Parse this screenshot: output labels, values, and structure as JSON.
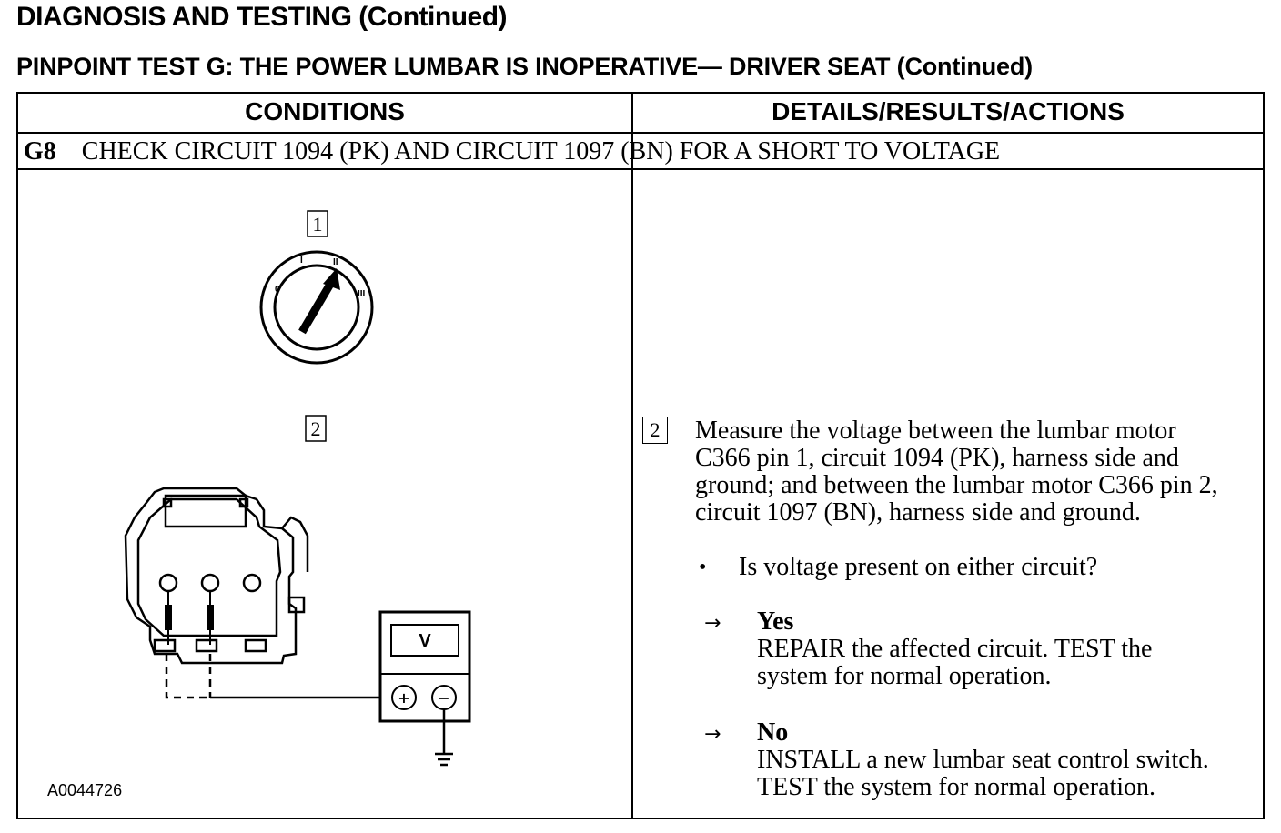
{
  "header": {
    "title": "DIAGNOSIS AND TESTING (Continued)",
    "subtitle": "PINPOINT TEST G: THE POWER LUMBAR IS INOPERATIVE— DRIVER SEAT (Continued)"
  },
  "table": {
    "col_conditions": "CONDITIONS",
    "col_details": "DETAILS/RESULTS/ACTIONS",
    "step": {
      "id": "G8",
      "title": "CHECK CIRCUIT 1094 (PK) AND CIRCUIT 1097 (BN) FOR A SHORT TO VOLTAGE"
    }
  },
  "figure": {
    "callout_1": "1",
    "callout_2": "2",
    "ignition_labels": [
      "0",
      "I",
      "II",
      "III"
    ],
    "meter_label": "V",
    "plus_label": "+",
    "minus_label": "−",
    "figure_id": "A0044726"
  },
  "details": {
    "callout": "2",
    "lines": [
      "Measure the voltage between the lumbar motor",
      "C366 pin 1, circuit 1094 (PK), harness side and",
      "ground; and between the lumbar motor C366 pin 2,",
      "circuit 1097 (BN), harness side and ground."
    ],
    "bullet": "•",
    "question": "Is voltage present on either circuit?",
    "arrow": "→",
    "yes_label": "Yes",
    "yes_lines": [
      "REPAIR the affected circuit. TEST the",
      "system for normal operation."
    ],
    "no_label": "No",
    "no_lines": [
      "INSTALL a new lumbar seat control switch.",
      "TEST the system for normal operation."
    ]
  }
}
